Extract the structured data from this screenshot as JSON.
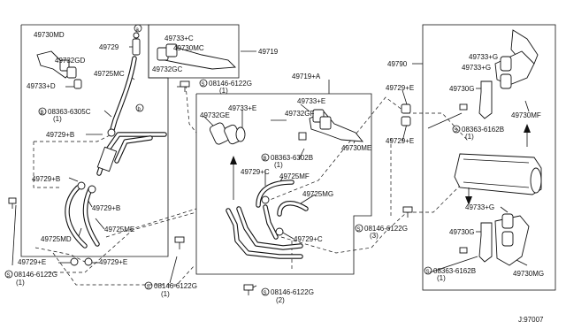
{
  "labels": {
    "l49730md": "49730MD",
    "l49729a": "49729",
    "l49733c_top": "49733+C",
    "l49730mc": "49730MC",
    "l49719": "49719",
    "l49732gd": "49732GD",
    "l49732gc": "49732GC",
    "l49725mc": "49725MC",
    "l49733d": "49733+D",
    "l08146_top": "08146-6122G",
    "l08146_top_q": "(1)",
    "l08363_305c": "08363-6305C",
    "l08363_305c_q": "(1)",
    "l49729b_1": "49729+B",
    "l49729b_2": "49729+B",
    "l49729b_3": "49729+B",
    "l49725md": "49725MD",
    "l49725me": "49725ME",
    "l49729e_1": "49729+E",
    "l49729e_2": "49729+E",
    "l08146_left": "08146-6122G",
    "l08146_left_q": "(1)",
    "l08146_bl": "08146-6122G",
    "l08146_bl_q": "(1)",
    "l49719a": "49719+A",
    "l49733e_a": "49733+E",
    "l49733e_b": "49733+E",
    "l49732ge": "49732GE",
    "l49732gf": "49732GF",
    "l08363_302b": "08363-6302B",
    "l08363_302b_q": "(1)",
    "l49730me": "49730ME",
    "l49729c_1": "49729+C",
    "l49725mf": "49725MF",
    "l49725mg": "49725MG",
    "l49729c_2": "49729+C",
    "l08146_bot": "08146-6122G",
    "l08146_bot_q": "(2)",
    "l49790": "49790",
    "l49729e_3": "49729+E",
    "l49729e_4": "49729+E",
    "l49733g_1": "49733+G",
    "l49733g_2": "49733+G",
    "l49730g_1": "49730G",
    "l49730mf": "49730MF",
    "l08363_162b_1": "08363-6162B",
    "l08363_162b_1q": "(1)",
    "l49733g_3": "49733+G",
    "l08146_right": "08146-6122G",
    "l08146_right_q": "(3)",
    "l49730g_2": "49730G",
    "l08363_162b_2": "08363-6162B",
    "l08363_162b_2q": "(1)",
    "l49730mg": "49730MG",
    "circ_a": "a",
    "circ_b": "b",
    "circ_c": "a",
    "circ_d": "b",
    "sym_s": "S",
    "sym_b": "B",
    "diagram_code": "J:97007"
  }
}
